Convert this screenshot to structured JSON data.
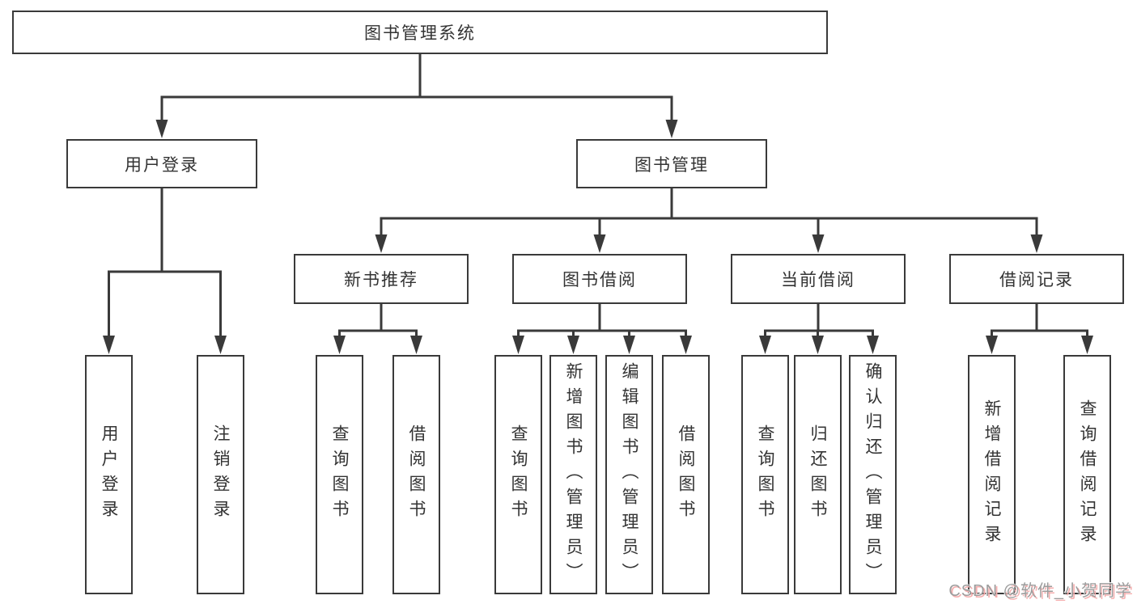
{
  "tree": {
    "label": "图书管理系统",
    "children": [
      {
        "label": "用户登录",
        "children": [
          {
            "label": "用户登录"
          },
          {
            "label": "注销登录"
          }
        ]
      },
      {
        "label": "图书管理",
        "children": [
          {
            "label": "新书推荐",
            "children": [
              {
                "label": "查询图书"
              },
              {
                "label": "借阅图书"
              }
            ]
          },
          {
            "label": "图书借阅",
            "children": [
              {
                "label": "查询图书"
              },
              {
                "label": "新增图书（管理员）"
              },
              {
                "label": "编辑图书（管理员）"
              },
              {
                "label": "借阅图书"
              }
            ]
          },
          {
            "label": "当前借阅",
            "children": [
              {
                "label": "查询图书"
              },
              {
                "label": "归还图书"
              },
              {
                "label": "确认归还（管理员）"
              }
            ]
          },
          {
            "label": "借阅记录",
            "children": [
              {
                "label": "新增借阅记录"
              },
              {
                "label": "查询借阅记录"
              }
            ]
          }
        ]
      }
    ]
  },
  "watermark": {
    "text": "CSDN @软件_小贺同学"
  },
  "colors": {
    "background": "#ffffff",
    "line": "#3a3a3a",
    "box_border": "#3a3a3a",
    "text": "#333333",
    "watermark_text": "#9c9c9c",
    "watermark_shadow": "#f5aeae"
  }
}
